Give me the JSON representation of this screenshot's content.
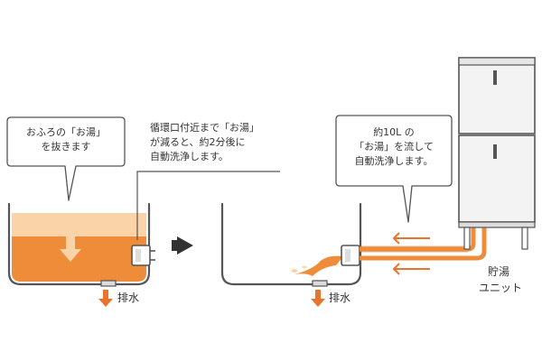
{
  "colors": {
    "hot_water": "#ef8c3a",
    "hot_water_light": "#fbd3a8",
    "arrow": "#e8742e",
    "outline": "#555555",
    "text": "#333333"
  },
  "bubble_left": {
    "line1": "おふろの「お湯」",
    "line2": "を抜きます"
  },
  "note_middle": {
    "line1": "循環口付近まで「お湯」",
    "line2": "が減ると、約2分後に",
    "line3": "自動洗浄します。"
  },
  "bubble_right": {
    "line1": "約10L の",
    "line2": "「お湯」を流して",
    "line3": "自動洗浄します。"
  },
  "drain_left": "排水",
  "drain_right": "排水",
  "unit_label": {
    "line1": "貯湯",
    "line2": "ユニット"
  },
  "icons": [
    "down-arrow-icon",
    "right-triangle-arrow-icon",
    "left-arrow-icon"
  ]
}
